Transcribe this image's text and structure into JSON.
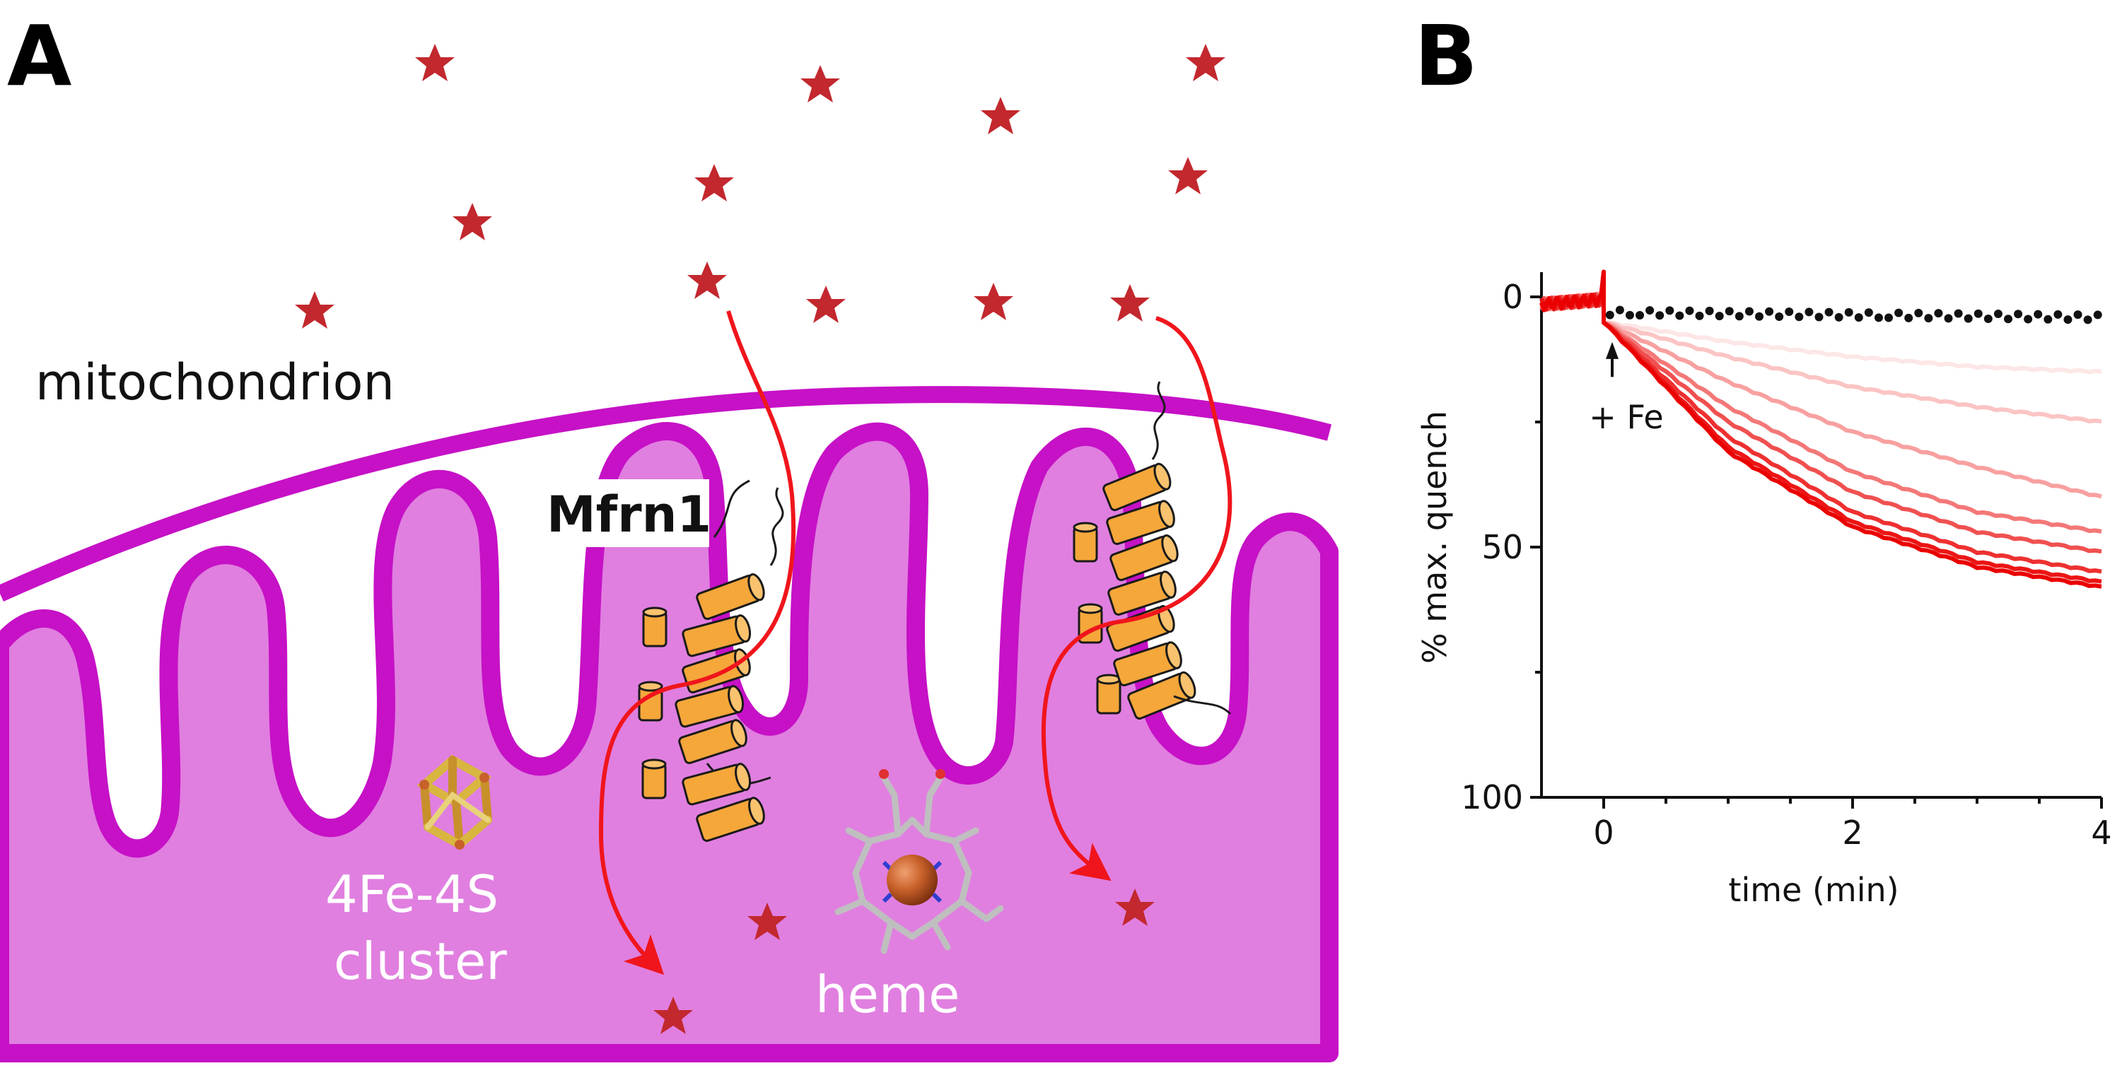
{
  "panels": {
    "a": "A",
    "b": "B"
  },
  "diagram": {
    "labels": {
      "mitochondrion": "mitochondrion",
      "protein": "Mfrn1",
      "cluster_line1": "4Fe-4S",
      "cluster_line2": "cluster",
      "heme": "heme"
    },
    "colors": {
      "membrane": "#c611c6",
      "matrix": "#e07fe0",
      "iron_star": "#c2282e",
      "helix": "#f5a73a",
      "helix_outline": "#1a1a1a",
      "transport_arrow": "#f0151c",
      "iron_atom": "#c8602a"
    },
    "icons": [
      "iron-star-icon",
      "alpha-helix-icon",
      "transport-arrow-icon",
      "fe-s-cluster-icon",
      "heme-icon"
    ]
  },
  "chart_data": {
    "type": "line",
    "xlabel": "time (min)",
    "ylabel": "% max. quench",
    "xlim": [
      -0.5,
      4
    ],
    "ylim": [
      0,
      100
    ],
    "y_inverted": true,
    "x_ticks": [
      "0",
      "2",
      "4"
    ],
    "y_ticks": [
      "0",
      "50",
      "100"
    ],
    "annotation": "+ Fe",
    "annotation_x": 0,
    "control_series": {
      "style": "dotted",
      "color": "#111111",
      "points": [
        [
          0,
          3
        ],
        [
          1,
          3.2
        ],
        [
          2,
          3.5
        ],
        [
          3,
          3.8
        ],
        [
          4,
          4
        ]
      ]
    },
    "series": [
      {
        "color": "#fde6e6",
        "points": [
          [
            0,
            5
          ],
          [
            1,
            9
          ],
          [
            2,
            12
          ],
          [
            3,
            14
          ],
          [
            4,
            15
          ]
        ]
      },
      {
        "color": "#fbc4c4",
        "points": [
          [
            0,
            5
          ],
          [
            1,
            12
          ],
          [
            2,
            18
          ],
          [
            3,
            22
          ],
          [
            4,
            25
          ]
        ]
      },
      {
        "color": "#f8a0a0",
        "points": [
          [
            0,
            5
          ],
          [
            1,
            17
          ],
          [
            2,
            27
          ],
          [
            3,
            34
          ],
          [
            4,
            40
          ]
        ]
      },
      {
        "color": "#f47878",
        "points": [
          [
            0,
            5
          ],
          [
            1,
            22
          ],
          [
            2,
            35
          ],
          [
            3,
            43
          ],
          [
            4,
            47
          ]
        ]
      },
      {
        "color": "#f05050",
        "points": [
          [
            0,
            5
          ],
          [
            1,
            25
          ],
          [
            2,
            39
          ],
          [
            3,
            47
          ],
          [
            4,
            51
          ]
        ]
      },
      {
        "color": "#ee3030",
        "points": [
          [
            0,
            5
          ],
          [
            1,
            28
          ],
          [
            2,
            43
          ],
          [
            3,
            51
          ],
          [
            4,
            55
          ]
        ]
      },
      {
        "color": "#ec1515",
        "points": [
          [
            0,
            5
          ],
          [
            1,
            30
          ],
          [
            2,
            45
          ],
          [
            3,
            53
          ],
          [
            4,
            57
          ]
        ]
      },
      {
        "color": "#ea0000",
        "points": [
          [
            0,
            5
          ],
          [
            1,
            31
          ],
          [
            2,
            46
          ],
          [
            3,
            54
          ],
          [
            4,
            58
          ]
        ]
      }
    ]
  }
}
